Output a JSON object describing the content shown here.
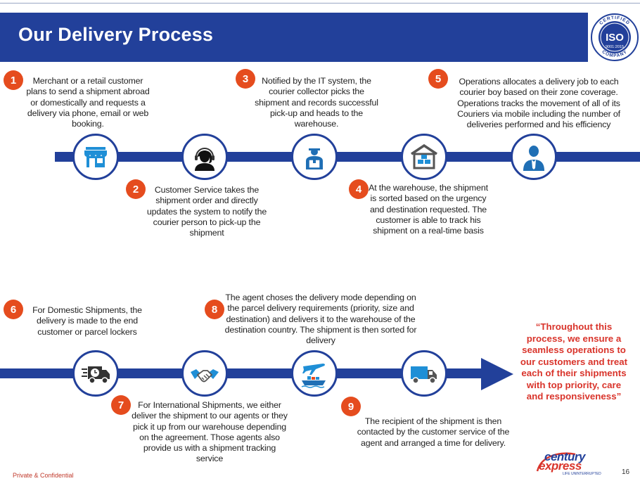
{
  "header": {
    "title": "Our Delivery Process"
  },
  "badge": {
    "top": "CERTIFIED",
    "center": "ISO",
    "standard": "9001:2015",
    "bottom": "COMPANY"
  },
  "steps": [
    {
      "num": "1",
      "text": "Merchant or a retail customer plans to send a shipment abroad or domestically and requests a delivery via phone, email or web booking.",
      "icon": "storefront-icon"
    },
    {
      "num": "2",
      "text": "Customer Service takes the shipment order and directly updates the system to notify the courier person to pick-up the shipment",
      "icon": "headset-agent-icon"
    },
    {
      "num": "3",
      "text": "Notified by the IT system, the courier collector picks the shipment and records successful pick-up and heads to the warehouse.",
      "icon": "courier-with-box-icon"
    },
    {
      "num": "4",
      "text": "At the warehouse, the shipment is sorted based on the urgency and destination requested. The customer is able to track his shipment on a real-time basis",
      "icon": "warehouse-icon"
    },
    {
      "num": "5",
      "text": "Operations allocates a delivery job to each courier boy based on their zone coverage. Operations tracks the movement of all of its Couriers via mobile including the number of deliveries performed and his efficiency",
      "icon": "businessman-icon"
    },
    {
      "num": "6",
      "text": "For Domestic Shipments, the delivery is made to the end customer or parcel lockers",
      "icon": "fast-delivery-truck-icon"
    },
    {
      "num": "7",
      "text": "For International Shipments, we either deliver the shipment to our agents or they pick it up from our warehouse depending on the agreement. Those agents also provide us with a shipment tracking service",
      "icon": "handshake-icon"
    },
    {
      "num": "8",
      "text": "The agent choses the delivery mode depending on the parcel delivery requirements (priority, size and destination) and delivers it to the warehouse of the destination country. The shipment is then sorted for delivery",
      "icon": "plane-and-ship-icon"
    },
    {
      "num": "9",
      "text": "The recipient of the shipment is then contacted by the customer service of the agent and arranged a time for delivery.",
      "icon": "delivery-truck-icon"
    }
  ],
  "quote": "“Throughout this process, we ensure a seamless operations to our customers and treat each of their shipments with top priority, care and responsiveness”",
  "footer": {
    "confidential": "Private & Confidential",
    "page": "16"
  },
  "logo": {
    "line1": "century",
    "line2": "express",
    "tagline": "LIFE UNINTERRUPTED"
  },
  "colors": {
    "primary": "#22409a",
    "accent": "#e54c1e",
    "quote": "#d9342b"
  }
}
